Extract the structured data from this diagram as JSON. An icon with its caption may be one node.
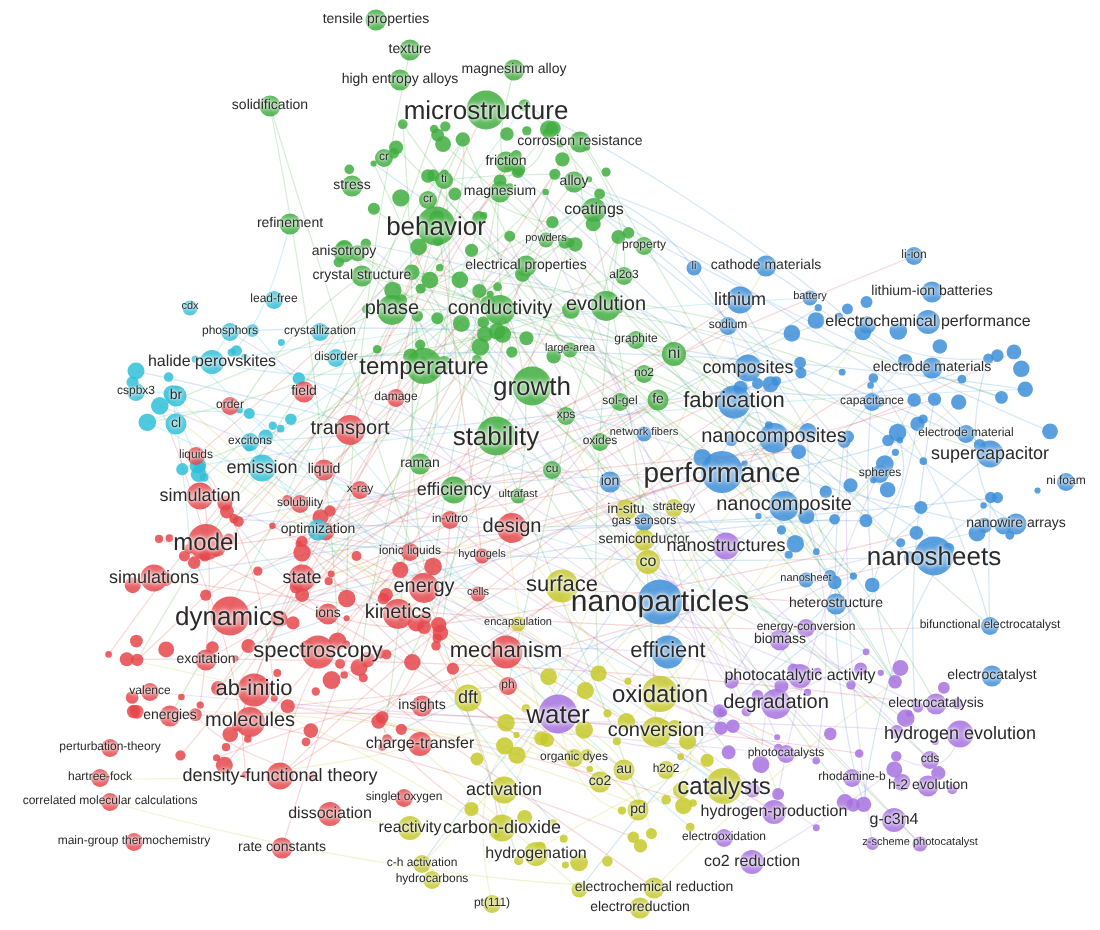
{
  "diagram": {
    "labels": [
      "tensile properties",
      "texture",
      "magnesium alloy",
      "high entropy alloys",
      "solidification",
      "microstructure",
      "corrosion resistance",
      "cr",
      "friction",
      "ti",
      "alloy",
      "stress",
      "cr",
      "magnesium",
      "coatings",
      "refinement",
      "behavior",
      "powders",
      "property",
      "anisotropy",
      "li",
      "cathode materials",
      "li-ion",
      "crystal structure",
      "electrical properties",
      "al2o3",
      "lithium-ion batteries",
      "battery",
      "lithium",
      "lead-free",
      "cdx",
      "phase",
      "conductivity",
      "evolution",
      "electrochemical performance",
      "sodium",
      "phosphors",
      "crystallization",
      "graphite",
      "large-area",
      "halide perovskites",
      "disorder",
      "ni",
      "temperature",
      "composites",
      "electrode materials",
      "no2",
      "growth",
      "cspbx3",
      "br",
      "field",
      "damage",
      "sol-gel",
      "fe",
      "fabrication",
      "capacitance",
      "order",
      "xps",
      "cl",
      "transport",
      "network fibers",
      "electrode material",
      "stability",
      "nanocomposites",
      "oxides",
      "excitons",
      "supercapacitor",
      "liquids",
      "raman",
      "emission",
      "liquid",
      "cu",
      "performance",
      "spheres",
      "ni foam",
      "ion",
      "efficiency",
      "x-ray",
      "ultrafast",
      "simulation",
      "solubility",
      "nanocomposite",
      "strategy",
      "in-situ",
      "gas sensors",
      "in-vitro",
      "nanowire arrays",
      "design",
      "optimization",
      "semiconductor",
      "model",
      "nanostructures",
      "ionic liquids",
      "hydrogels",
      "nanosheets",
      "co",
      "simulations",
      "state",
      "nanosheet",
      "energy",
      "surface",
      "cells",
      "heterostructure",
      "nanoparticles",
      "dynamics",
      "ions",
      "kinetics",
      "encapsulation",
      "energy-conversion",
      "bifunctional electrocatalyst",
      "biomass",
      "spectroscopy",
      "mechanism",
      "efficient",
      "excitation",
      "photocatalytic activity",
      "electrocatalyst",
      "valence",
      "ab-initio",
      "ph",
      "oxidation",
      "dft",
      "insights",
      "degradation",
      "electrocatalysis",
      "water",
      "energies",
      "molecules",
      "conversion",
      "hydrogen evolution",
      "charge-transfer",
      "perturbation-theory",
      "photocatalysts",
      "organic dyes",
      "cds",
      "au",
      "h2o2",
      "density-functional theory",
      "hartree-fock",
      "rhodamine-b",
      "co2",
      "catalysts",
      "activation",
      "h-2 evolution",
      "singlet oxygen",
      "correlated molecular calculations",
      "pd",
      "hydrogen-production",
      "dissociation",
      "g-c3n4",
      "reactivity",
      "carbon-dioxide",
      "electrooxidation",
      "main-group thermochemistry",
      "z-scheme photocatalyst",
      "rate constants",
      "hydrogenation",
      "c-h activation",
      "co2 reduction",
      "hydrocarbons",
      "electrochemical reduction",
      "pt(111)",
      "electroreduction"
    ]
  }
}
